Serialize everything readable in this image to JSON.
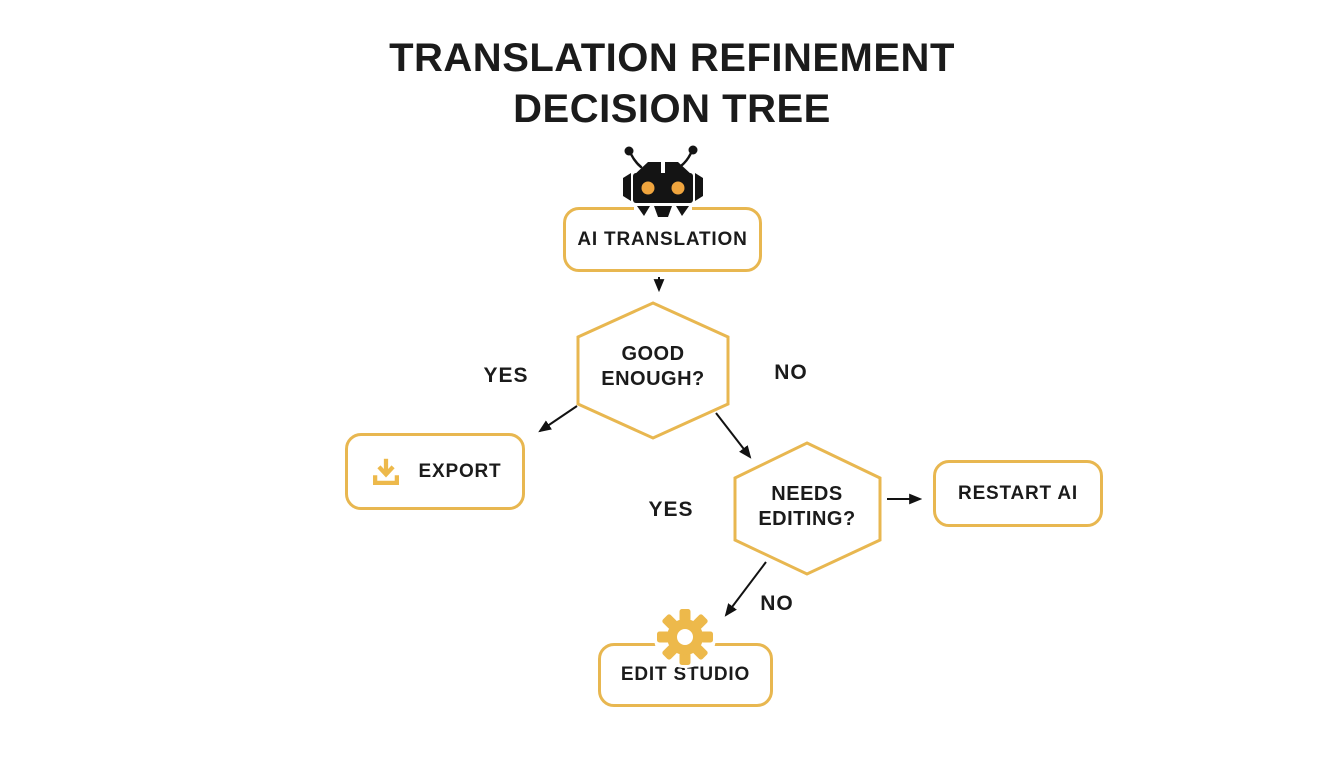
{
  "title": {
    "line1": "TRANSLATION REFINEMENT",
    "line2": "DECISION TREE"
  },
  "nodes": {
    "ai_translation": {
      "label": "AI TRANSLATION",
      "icon": "robot-icon"
    },
    "good_enough": {
      "line1": "GOOD",
      "line2": "ENOUGH?"
    },
    "export": {
      "label": "EXPORT",
      "icon": "download-icon"
    },
    "needs_editing": {
      "line1": "NEEDS",
      "line2": "EDITING?"
    },
    "restart_ai": {
      "label": "RESTART AI"
    },
    "edit_studio": {
      "label": "EDIT STUDIO",
      "icon": "gear-icon"
    }
  },
  "edge_labels": {
    "good_enough_yes": "YES",
    "good_enough_no": "NO",
    "needs_editing_yes": "YES",
    "needs_editing_no": "NO"
  },
  "colors": {
    "gold": "#E8B750",
    "icon_gold": "#EDB94B",
    "eye_orange": "#F0A53E",
    "ink": "#1B1B1B",
    "arrow": "#121212",
    "background": "#FFFFFF"
  }
}
